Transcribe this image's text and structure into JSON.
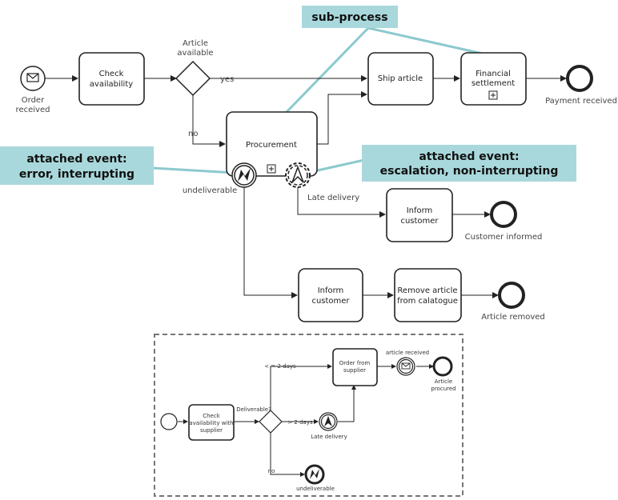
{
  "callouts": {
    "subprocess": "sub-process",
    "error_line1": "attached event:",
    "error_line2": "error, interrupting",
    "escalation_line1": "attached event:",
    "escalation_line2": "escalation, non-interrupting"
  },
  "events": {
    "order_received_1": "Order",
    "order_received_2": "received",
    "payment_received": "Payment received",
    "customer_informed": "Customer informed",
    "article_removed": "Article removed"
  },
  "tasks": {
    "check_availability_1": "Check",
    "check_availability_2": "availability",
    "ship_article": "Ship article",
    "financial_settlement_1": "Financial",
    "financial_settlement_2": "settlement",
    "procurement": "Procurement",
    "inform_customer_a_1": "Inform",
    "inform_customer_a_2": "customer",
    "inform_customer_b_1": "Inform",
    "inform_customer_b_2": "customer",
    "remove_article_1": "Remove article",
    "remove_article_2": "from calatogue"
  },
  "gateways": {
    "article_available_1": "Article",
    "article_available_2": "available",
    "yes": "yes",
    "no": "no"
  },
  "boundary": {
    "undeliverable": "undeliverable",
    "late_delivery": "Late delivery"
  },
  "detail": {
    "check_supplier_1": "Check",
    "check_supplier_2": "availability with",
    "check_supplier_3": "supplier",
    "deliverable": "Deliverable?",
    "le_2_days": "< = 2 days",
    "gt_2_days": "> 2 days",
    "no": "no",
    "order_supplier_1": "Order from",
    "order_supplier_2": "supplier",
    "article_received": "article received",
    "article_procured_1": "Article",
    "article_procured_2": "procured",
    "late_delivery": "Late delivery",
    "undeliverable": "undeliverable"
  },
  "colors": {
    "callout_fill": "#a9d8dc",
    "callout_line": "#8cc9ce",
    "stroke": "#222222"
  }
}
